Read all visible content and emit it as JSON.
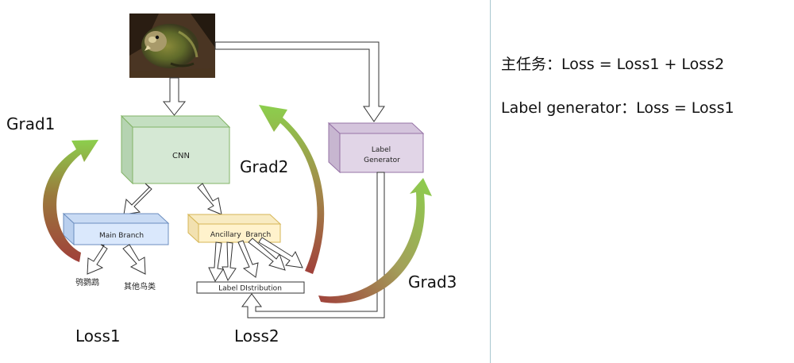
{
  "nodes": {
    "cnn": "CNN",
    "main_branch": "Main Branch",
    "ancillary_branch": "Ancillary  Branch",
    "label_distribution": "Label DIstribution",
    "label_generator_line1": "Label",
    "label_generator_line2": "Generator",
    "output_kakapo": "鸮鹦鹉",
    "output_other_birds": "其他鸟类"
  },
  "gradients": {
    "grad1": "Grad1",
    "grad2": "Grad2",
    "grad3": "Grad3"
  },
  "losses": {
    "loss1": "Loss1",
    "loss2": "Loss2"
  },
  "formulas": {
    "main_task": "主任务：Loss = Loss1 + Loss2",
    "label_generator": "Label generator：Loss = Loss1"
  },
  "colors": {
    "cnn_fill": "#d5e8d4",
    "main_branch_fill": "#dae8fc",
    "ancillary_fill": "#fff2cc",
    "generator_fill": "#e1d5e7",
    "grad_green": "#8ccf4d",
    "grad_red": "#a0403a"
  },
  "icons": {
    "input_image": "kakapo-parrot-photo"
  }
}
